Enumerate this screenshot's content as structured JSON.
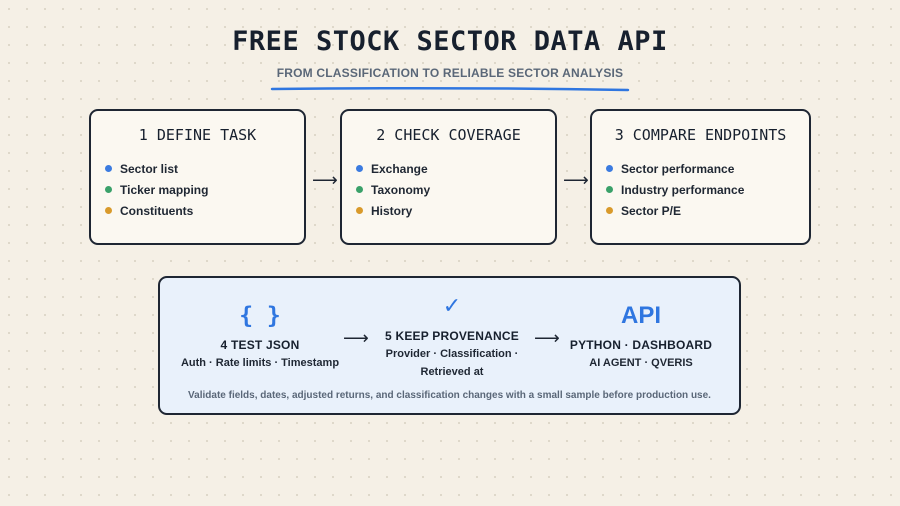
{
  "header": {
    "title": "FREE STOCK SECTOR DATA API",
    "subtitle": "FROM CLASSIFICATION TO RELIABLE SECTOR ANALYSIS"
  },
  "colors": {
    "accent_blue": "#2f76e0",
    "dot_blue": "#3b7be0",
    "dot_green": "#3aa16a",
    "dot_amber": "#d99a2b",
    "border": "#1e2633",
    "panel_bg": "#e9f1fb",
    "card_bg": "#fbf8f1"
  },
  "steps": [
    {
      "title": "1 DEFINE TASK",
      "items": [
        "Sector list",
        "Ticker mapping",
        "Constituents"
      ]
    },
    {
      "title": "2 CHECK COVERAGE",
      "items": [
        "Exchange",
        "Taxonomy",
        "History"
      ]
    },
    {
      "title": "3 COMPARE ENDPOINTS",
      "items": [
        "Sector performance",
        "Industry performance",
        "Sector P/E"
      ]
    }
  ],
  "arrow_glyph": "⟶",
  "panel": {
    "columns": [
      {
        "icon": "{ }",
        "icon_name": "json-braces-icon",
        "label": "4 TEST JSON",
        "desc": [
          "Auth · Rate limits · Timestamp"
        ]
      },
      {
        "icon": "✓",
        "icon_name": "checkmark-icon",
        "label": "5 KEEP PROVENANCE",
        "desc": [
          "Provider · Classification ·",
          "Retrieved at"
        ]
      },
      {
        "icon": "API",
        "icon_name": "api-text-icon",
        "label": "PYTHON · DASHBOARD",
        "desc": [
          "AI AGENT · QVERIS"
        ]
      }
    ],
    "footnote": "Validate fields, dates, adjusted returns, and classification changes with a small sample before production use."
  }
}
